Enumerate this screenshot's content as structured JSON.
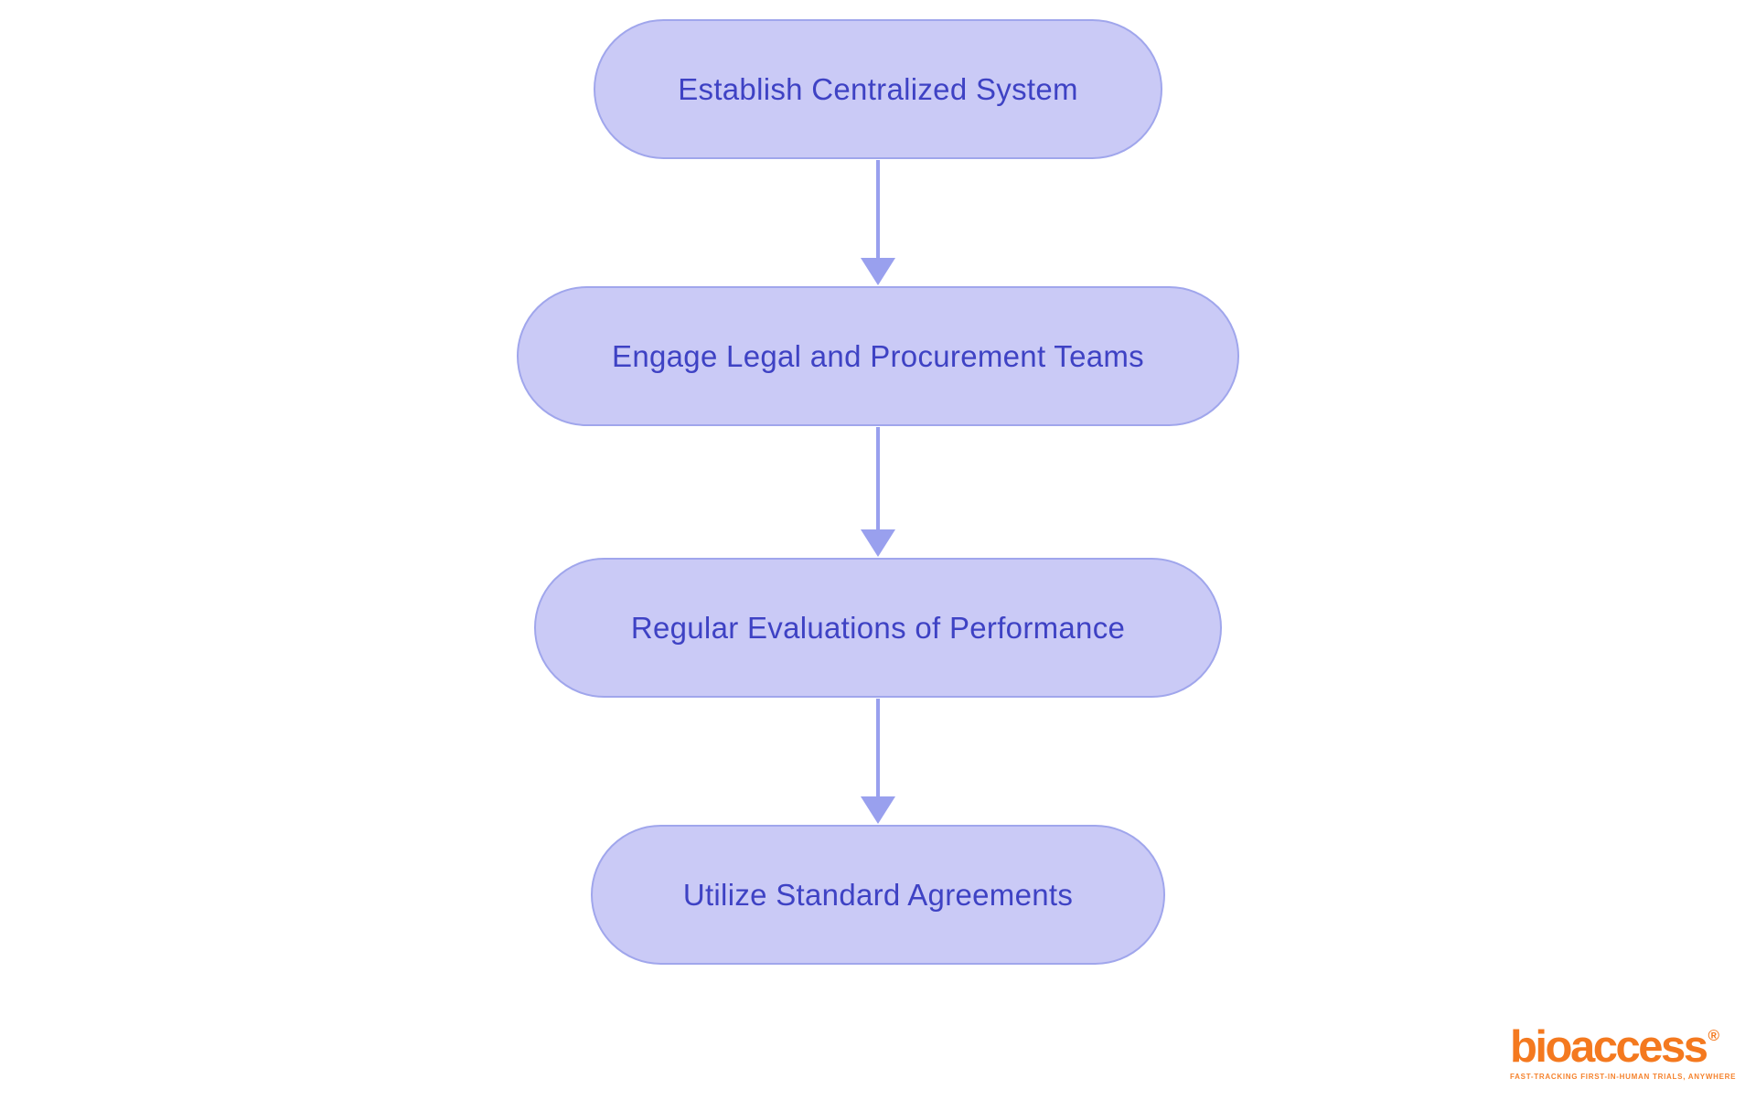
{
  "diagram": {
    "type": "flowchart",
    "direction": "top-down",
    "nodes": [
      {
        "label": "Establish Centralized System"
      },
      {
        "label": "Engage Legal and Procurement Teams"
      },
      {
        "label": "Regular Evaluations of Performance"
      },
      {
        "label": "Utilize Standard Agreements"
      }
    ],
    "edges": [
      {
        "from": "Establish Centralized System",
        "to": "Engage Legal and Procurement Teams"
      },
      {
        "from": "Engage Legal and Procurement Teams",
        "to": "Regular Evaluations of Performance"
      },
      {
        "from": "Regular Evaluations of Performance",
        "to": "Utilize Standard Agreements"
      }
    ],
    "colors": {
      "background": "#ffffff",
      "node_fill": "#cacaf6",
      "node_border": "#a0a6ec",
      "node_text": "#3e42c4",
      "arrow": "#99a0ee"
    }
  },
  "logo": {
    "wordmark": "bioaccess",
    "registered_mark": "®",
    "tagline": "FAST-TRACKING FIRST-IN-HUMAN TRIALS, ANYWHERE",
    "color": "#f4791f"
  }
}
